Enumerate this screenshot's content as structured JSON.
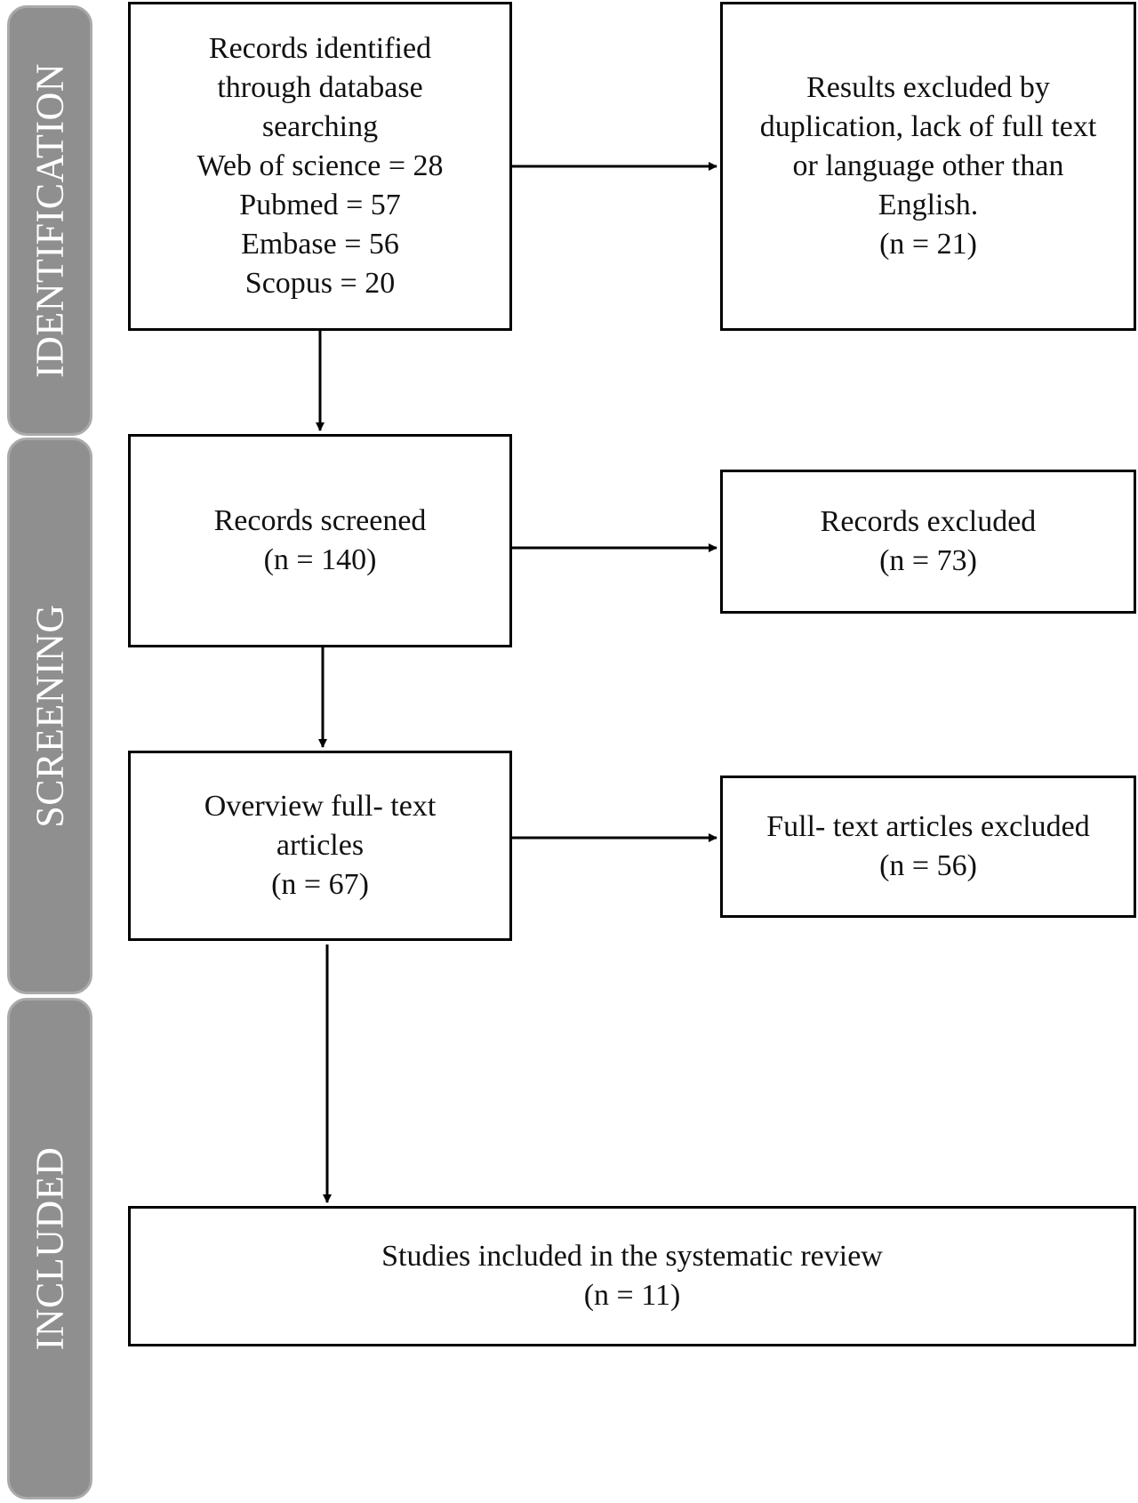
{
  "phases": {
    "identification": "IDENTIFICATION",
    "screening": "SCREENING",
    "included": "INCLUDED"
  },
  "boxes": {
    "identified": {
      "lines": [
        "Records identified",
        "through database",
        "searching",
        "Web of science = 28",
        "Pubmed = 57",
        "Embase = 56",
        "Scopus = 20"
      ]
    },
    "excluded_duplication": {
      "lines": [
        "Results excluded by",
        "duplication, lack of full text",
        "or language other than",
        "English.",
        "(n = 21)"
      ]
    },
    "screened": {
      "lines": [
        "Records screened",
        "(n = 140)"
      ]
    },
    "records_excluded": {
      "lines": [
        "Records excluded",
        "(n = 73)"
      ]
    },
    "fulltext": {
      "lines": [
        "Overview full- text",
        "articles",
        "(n = 67)"
      ]
    },
    "fulltext_excluded": {
      "lines": [
        "Full- text articles excluded",
        "(n = 56)"
      ]
    },
    "included": {
      "lines": [
        "Studies included in the systematic review",
        "(n = 11)"
      ]
    }
  },
  "colors": {
    "phase_fill": "#8f8f8f",
    "phase_text": "#ffffff",
    "line": "#000000"
  }
}
